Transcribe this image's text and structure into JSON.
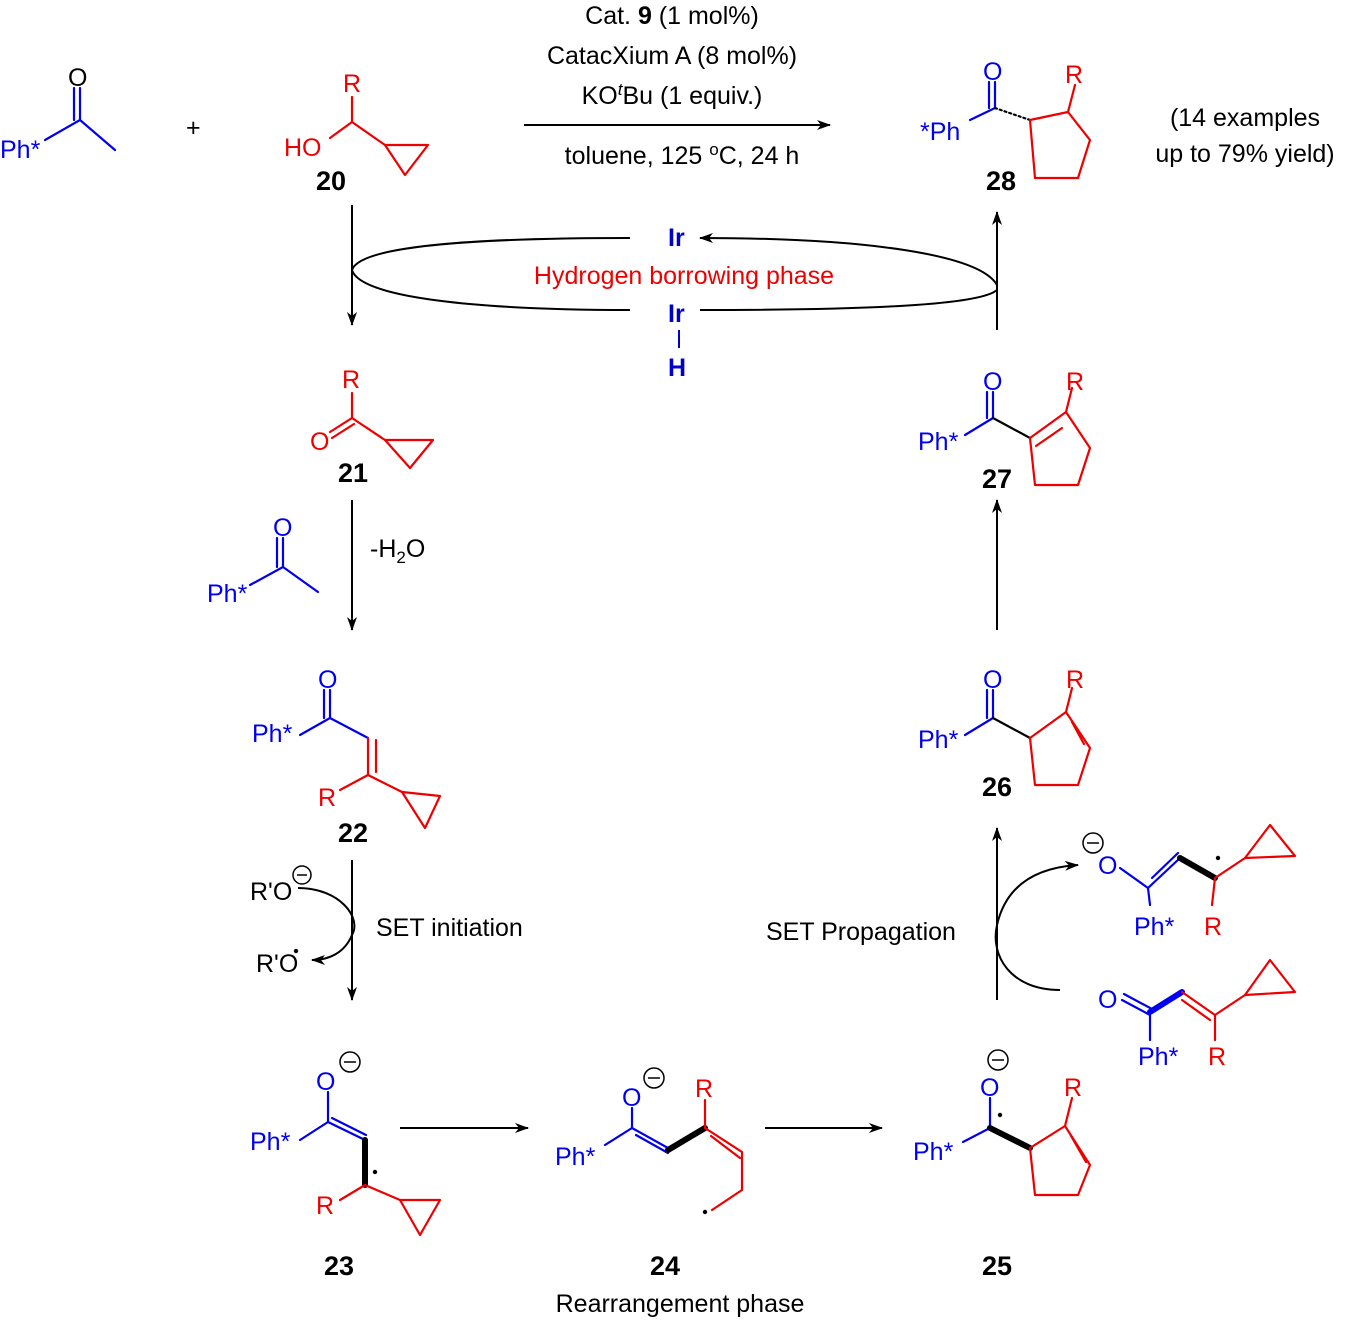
{
  "labels": {
    "ph_star": "Ph*",
    "star_ph": "*Ph",
    "O": "O",
    "R": "R",
    "HO": "HO",
    "plus": "+",
    "ro_minus": "R'O",
    "ro_radical": "R'O",
    "Ir": "Ir",
    "H": "H"
  },
  "conditions": {
    "line1_prefix": "Cat. ",
    "catalyst_number": "9",
    "line1_suffix": " (1 mol%)",
    "line2": "CatacXium A (8 mol%)",
    "line3_pre": "KO",
    "line3_sup": "t",
    "line3_post": "Bu (1 equiv.)",
    "line4_pre": "toluene, 125 ",
    "line4_sup": "o",
    "line4_post": "C, 24 h"
  },
  "scope_note": [
    "(14 examples",
    "up to 79% yield)"
  ],
  "dehydration": {
    "pre": "-H",
    "sub": "2",
    "post": "O"
  },
  "phases": {
    "hydrogen_borrowing": "Hydrogen borrowing phase",
    "set_initiation": "SET initiation",
    "set_propagation": "SET Propagation",
    "rearrangement": "Rearrangement phase"
  },
  "compounds": [
    "20",
    "21",
    "22",
    "23",
    "24",
    "25",
    "26",
    "27",
    "28"
  ],
  "colors": {
    "aryl_ketone": "#0000ee",
    "cyclopropyl_fragment": "#ee0000",
    "iridium": "#0000cc",
    "text": "#000000"
  }
}
